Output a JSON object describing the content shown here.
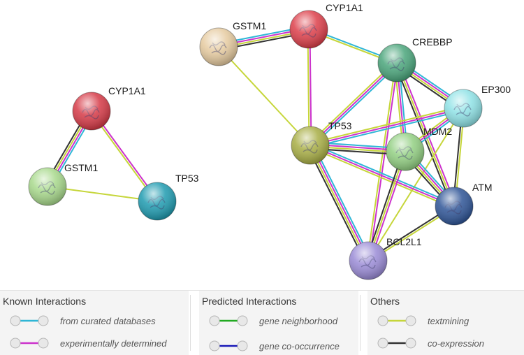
{
  "left_network": {
    "nodes": [
      {
        "id": "L_CYP1A1",
        "label": "CYP1A1",
        "color": "#d63a47",
        "icon": "protein-structure-icon"
      },
      {
        "id": "L_GSTM1",
        "label": "GSTM1",
        "color": "#a8d98c",
        "icon": "protein-structure-icon"
      },
      {
        "id": "L_TP53",
        "label": "TP53",
        "color": "#1f9bb0",
        "icon": "protein-structure-icon"
      }
    ]
  },
  "right_network": {
    "nodes": [
      {
        "id": "R_GSTM1",
        "label": "GSTM1",
        "color": "#e6cba0",
        "icon": "protein-structure-icon"
      },
      {
        "id": "R_CYP1A1",
        "label": "CYP1A1",
        "color": "#dd3f4a",
        "icon": "protein-structure-icon"
      },
      {
        "id": "R_CREBBP",
        "label": "CREBBP",
        "color": "#4aa57b",
        "icon": "protein-structure-icon"
      },
      {
        "id": "R_EP300",
        "label": "EP300",
        "color": "#8fe2e6",
        "icon": "protein-structure-icon"
      },
      {
        "id": "R_TP53",
        "label": "TP53",
        "color": "#a8ae45",
        "icon": "protein-structure-icon"
      },
      {
        "id": "R_MDM2",
        "label": "MDM2",
        "color": "#92cf82",
        "icon": "protein-structure-icon"
      },
      {
        "id": "R_ATM",
        "label": "ATM",
        "color": "#2f5597",
        "icon": "protein-structure-icon"
      },
      {
        "id": "R_BCL2L1",
        "label": "BCL2L1",
        "color": "#9a8bd6",
        "icon": "protein-structure-icon"
      }
    ]
  },
  "edges": [
    {
      "a": "L_CYP1A1",
      "b": "L_GSTM1",
      "types": [
        "curated",
        "experimental",
        "textmining",
        "coexpression"
      ]
    },
    {
      "a": "L_CYP1A1",
      "b": "L_TP53",
      "types": [
        "experimental",
        "textmining"
      ]
    },
    {
      "a": "L_GSTM1",
      "b": "L_TP53",
      "types": [
        "textmining"
      ]
    },
    {
      "a": "R_GSTM1",
      "b": "R_CYP1A1",
      "types": [
        "curated",
        "experimental",
        "textmining",
        "coexpression"
      ]
    },
    {
      "a": "R_GSTM1",
      "b": "R_TP53",
      "types": [
        "textmining"
      ]
    },
    {
      "a": "R_CYP1A1",
      "b": "R_TP53",
      "types": [
        "experimental",
        "textmining"
      ]
    },
    {
      "a": "R_CYP1A1",
      "b": "R_CREBBP",
      "types": [
        "curated",
        "textmining"
      ]
    },
    {
      "a": "R_CREBBP",
      "b": "R_EP300",
      "types": [
        "curated",
        "experimental",
        "textmining",
        "coexpression"
      ]
    },
    {
      "a": "R_CREBBP",
      "b": "R_TP53",
      "types": [
        "curated",
        "experimental",
        "textmining"
      ]
    },
    {
      "a": "R_CREBBP",
      "b": "R_MDM2",
      "types": [
        "curated",
        "experimental",
        "textmining"
      ]
    },
    {
      "a": "R_CREBBP",
      "b": "R_ATM",
      "types": [
        "experimental",
        "textmining",
        "coexpression"
      ]
    },
    {
      "a": "R_CREBBP",
      "b": "R_BCL2L1",
      "types": [
        "experimental",
        "textmining"
      ]
    },
    {
      "a": "R_EP300",
      "b": "R_TP53",
      "types": [
        "curated",
        "experimental",
        "textmining"
      ]
    },
    {
      "a": "R_EP300",
      "b": "R_MDM2",
      "types": [
        "curated",
        "experimental",
        "textmining"
      ]
    },
    {
      "a": "R_EP300",
      "b": "R_ATM",
      "types": [
        "textmining",
        "coexpression"
      ]
    },
    {
      "a": "R_EP300",
      "b": "R_BCL2L1",
      "types": [
        "textmining"
      ]
    },
    {
      "a": "R_TP53",
      "b": "R_MDM2",
      "types": [
        "curated",
        "experimental",
        "textmining",
        "coexpression"
      ]
    },
    {
      "a": "R_TP53",
      "b": "R_ATM",
      "types": [
        "curated",
        "experimental",
        "textmining"
      ]
    },
    {
      "a": "R_TP53",
      "b": "R_BCL2L1",
      "types": [
        "curated",
        "experimental",
        "textmining",
        "coexpression"
      ]
    },
    {
      "a": "R_MDM2",
      "b": "R_ATM",
      "types": [
        "curated",
        "experimental",
        "textmining",
        "coexpression"
      ]
    },
    {
      "a": "R_MDM2",
      "b": "R_BCL2L1",
      "types": [
        "experimental",
        "textmining",
        "coexpression"
      ]
    },
    {
      "a": "R_ATM",
      "b": "R_BCL2L1",
      "types": [
        "textmining",
        "coexpression"
      ]
    }
  ],
  "edge_colors": {
    "curated": "#2fb6d6",
    "experimental": "#cc33cc",
    "neighborhood": "#22aa22",
    "cooccurrence": "#1a1ab8",
    "textmining": "#c6d63a",
    "coexpression": "#333333"
  },
  "legend": {
    "known": {
      "heading": "Known Interactions",
      "items": [
        {
          "type": "curated",
          "label": "from curated databases"
        },
        {
          "type": "experimental",
          "label": "experimentally determined"
        }
      ]
    },
    "predicted": {
      "heading": "Predicted Interactions",
      "items": [
        {
          "type": "neighborhood",
          "label": "gene neighborhood"
        },
        {
          "type": "cooccurrence",
          "label": "gene co-occurrence"
        }
      ]
    },
    "others": {
      "heading": "Others",
      "items": [
        {
          "type": "textmining",
          "label": "textmining"
        },
        {
          "type": "coexpression",
          "label": "co-expression"
        }
      ]
    }
  }
}
